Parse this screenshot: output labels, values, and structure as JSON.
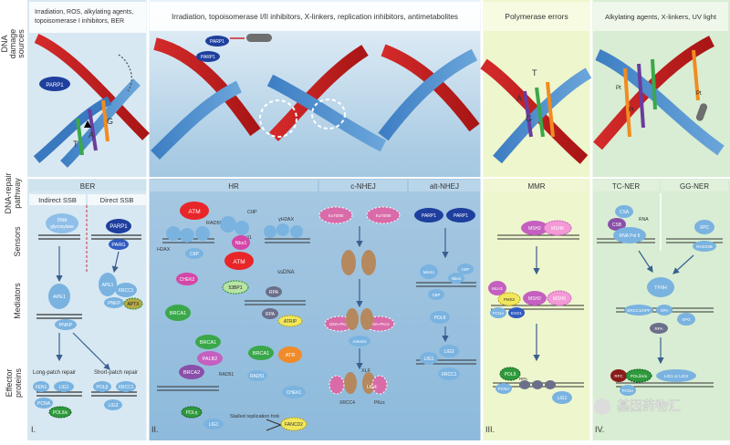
{
  "row_labels": {
    "dna_damage_sources": [
      "DNA",
      "damage",
      "sources"
    ],
    "dna_repair_pathway": [
      "DNA-repair",
      "pathway"
    ],
    "sensors": "Sensors",
    "mediators": "Mediators",
    "effector_proteins": [
      "Effector",
      "proteins"
    ]
  },
  "sources": {
    "panel1": [
      "Irradiation, ROS, alkylating agents,",
      "topoisomerase I inhibitors, BER"
    ],
    "panel2": "Irradiation, topoisomerase I/II inhibitors, X-linkers, replication inhibitors, antimetabolites",
    "panel3": "Polymerase errors",
    "panel4": "Alkylating agents, X-linkers, UV light"
  },
  "pathways": {
    "ber": "BER",
    "hr": "HR",
    "c_nhej": "c-NHEJ",
    "alt_nhej": "alt-NHEJ",
    "mmr": "MMR",
    "tc_ner": "TC-NER",
    "gg_ner": "GG-NER"
  },
  "sub_headers": {
    "indirect_ssb": "Indirect SSB",
    "direct_ssb": "Direct SSB",
    "long_patch": "Long-patch repair",
    "short_patch": "Short-patch repair",
    "stalled_fork": "Stalled replication fork",
    "ssdna": "ssDNA"
  },
  "panel_numbers": {
    "p1": "I.",
    "p2": "II.",
    "p3": "III.",
    "p4": "IV."
  },
  "bases": {
    "t": "T",
    "g": "G",
    "a": "A"
  },
  "top_proteins": {
    "parp1_blob": "PARP1",
    "parp1_a": "PARP1",
    "parp1_b": "PARP1",
    "pt1": "Pt",
    "pt2": "Pt",
    "pt3": "Pt"
  },
  "ber_proteins": {
    "dna_glycosylase": [
      "DNA",
      "glycosylase"
    ],
    "ape1_a": "APE1",
    "pnkp": "PNKP",
    "parp1": "PARP1",
    "parg": "PARG",
    "ape1_b": "APE1",
    "xrcc1_a": "XRCC1",
    "pnkp_b": "PNKP",
    "aptx": "APTX",
    "fen1": "FEN1",
    "lig1_a": "LIG1",
    "pcna_a": "PCNA",
    "pol_dl": "POLδ/ε",
    "pol_b": "POLβ",
    "xrcc1_b": "XRCC1",
    "lig3": "LIG3"
  },
  "hr_proteins": {
    "atm_top": "ATM",
    "rad50": "RAD50",
    "ctip_top": "CtIP",
    "gh2ax": "γH2AX",
    "mre11": "Mre11",
    "h2ax": "H2AX",
    "nbs1": "Nbs1",
    "ctip_b": "CtIP",
    "atm_mid": "ATM",
    "chek2": "CHEK2",
    "53bp1": "53BP1",
    "brca1_a": "BRCA1",
    "rpa_a": "RPA",
    "rpa_b": "RPA",
    "atrip": "ATRIP",
    "brca1_b": "BRCA1",
    "palb2": "PALB2",
    "brca2": "BRCA2",
    "rad51_a": "RAD51",
    "brca1_c": "BRCA1",
    "atr": "ATR",
    "rad51_b": "RAD51",
    "chek1": "CHEK1",
    "pol_eta": "POLη",
    "lig1": "LIG1",
    "fancd2": "FANCD2"
  },
  "nhej_proteins": {
    "ku70_80_a": "Ku70/80",
    "ku70_80_b": "Ku70/80",
    "dna_pkcs_a": "DNA-PKcs",
    "dna_pkcs_b": "DNA-PKcs",
    "artemis": "Artemis",
    "xlf": "XLF",
    "xrcc4": "XRCC4",
    "lig4": "LIG4",
    "pkcs": "PKcs"
  },
  "alt_nhej_proteins": {
    "parp1_a": "PARP1",
    "parp1_b": "PARP1",
    "mre11": "Mre11",
    "ctip": "CtIP",
    "nbs1": "Nbs1",
    "ctip_b": "CtIP",
    "pol_theta": "POLθ",
    "lig3": "LIG3",
    "xrcc1": "XRCC1",
    "lig1": "LIG1"
  },
  "mmr_proteins": {
    "msh2_a": "MSH2",
    "msh6_a": "MSH6",
    "mlh1": "MLH1",
    "pms2": "PMS2",
    "msh2_b": "MSH2",
    "msh6_b": "MSH6",
    "pcna": "PCNA",
    "exo1": "EXO1",
    "pol_d": "POLδ",
    "pcna_b": "PCNA",
    "rpa": "RPA",
    "lig1": "LIG1"
  },
  "ner_proteins": {
    "csa": "CSA",
    "csb": "CSB",
    "rna": "RNA",
    "rna_pol2": "RNA Pol II",
    "xpc": "XPC",
    "rad23b": "RAD23B",
    "tfiih": "TFIIH",
    "ercc1_xpf": "ERCC1/XPF",
    "xpa": "XPA",
    "xpg": "XPG",
    "rpa": "RPA",
    "rfc": "RFC",
    "pol_dek": "POLδ/ε/κ",
    "pcna": "PCNA",
    "lig1_lig3": "LIG1 or LIG3"
  },
  "watermark": "基因药物汇",
  "colors": {
    "blue_protein": "#7ab3e0",
    "dark_blue": "#1f3f9e",
    "red_atm": "#e8262a",
    "magenta": "#d447a8",
    "green": "#3aa84a",
    "orange": "#f08b2a",
    "yellow": "#f1e75c",
    "purple": "#8a4fa8",
    "panel1_bg": "#cfe3ef",
    "panel2_bg": "#9bc4e0",
    "panel3_bg": "#f0f6cf",
    "panel4_bg": "#d6ecd2"
  }
}
